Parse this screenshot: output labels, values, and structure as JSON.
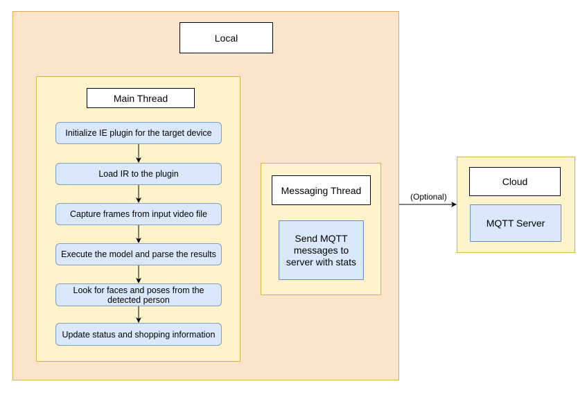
{
  "local": {
    "title": "Local"
  },
  "main_thread": {
    "title": "Main Thread",
    "steps": [
      "Initialize IE plugin for the target device",
      "Load IR to the plugin",
      "Capture frames from input video file",
      "Execute the model and parse the results",
      "Look for faces and poses from the detected person",
      "Update status and shopping information"
    ]
  },
  "messaging_thread": {
    "title": "Messaging Thread",
    "task": "Send MQTT messages to server with stats"
  },
  "cloud": {
    "title": "Cloud",
    "server": "MQTT Server"
  },
  "edge": {
    "label": "(Optional)"
  },
  "colors": {
    "local_fill": "#fbe4cc",
    "local_border": "#e8a85a",
    "thread_fill": "#fff3cc",
    "thread_border": "#d9b24a",
    "step_fill": "#dae8fc",
    "step_border": "#6c8ebf"
  }
}
